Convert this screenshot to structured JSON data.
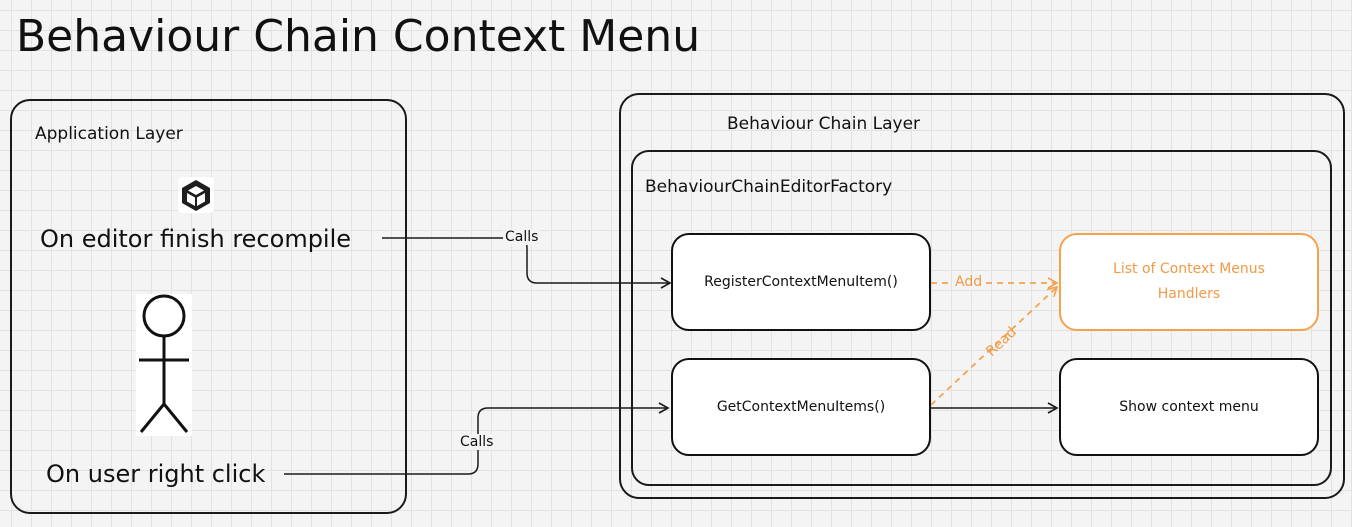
{
  "title": "Behaviour Chain Context Menu",
  "application_layer": {
    "label": "Application Layer",
    "logo_icon": "unity-logo-icon",
    "recompile_event": "On editor finish recompile",
    "actor_icon": "stick-figure-icon",
    "right_click_event": "On user right click"
  },
  "behaviour_chain_layer": {
    "label": "Behaviour Chain Layer",
    "factory": {
      "label": "BehaviourChainEditorFactory",
      "nodes": {
        "register": "RegisterContextMenuItem()",
        "get_items": "GetContextMenuItems()",
        "handlers_list": "List of Context Menus Handlers",
        "show_menu": "Show context menu"
      }
    }
  },
  "edge_labels": {
    "calls_register": "Calls",
    "calls_get": "Calls",
    "add": "Add",
    "read": "Read"
  },
  "colors": {
    "stroke": "#1a1a1a",
    "accent_orange": "#f6a24d"
  }
}
